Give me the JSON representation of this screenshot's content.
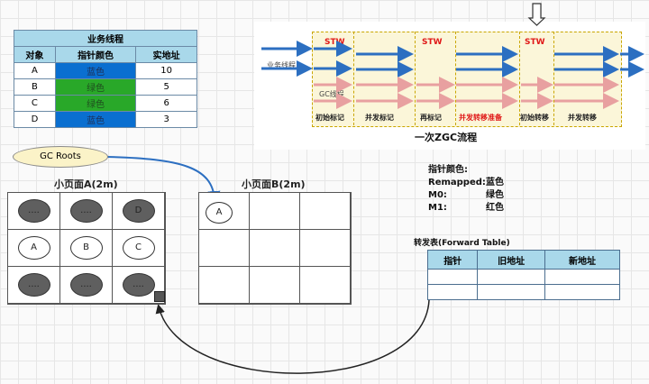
{
  "biz_table": {
    "title": "业务线程",
    "headers": [
      "对象",
      "指针颜色",
      "实地址"
    ],
    "rows": [
      {
        "obj": "A",
        "color": "蓝色",
        "addr": "10",
        "tone": "blue"
      },
      {
        "obj": "B",
        "color": "绿色",
        "addr": "5",
        "tone": "green"
      },
      {
        "obj": "C",
        "color": "绿色",
        "addr": "6",
        "tone": "green"
      },
      {
        "obj": "D",
        "color": "蓝色",
        "addr": "3",
        "tone": "blue"
      }
    ]
  },
  "zgc": {
    "title": "一次ZGC流程",
    "stw": [
      "STW",
      "STW",
      "STW"
    ],
    "phases": [
      "初始标记",
      "并发标记",
      "再标记",
      "并发转移准备",
      "初始转移",
      "并发转移"
    ],
    "business_thread": "业务线程",
    "gc_thread": "GC线程",
    "highlight_color": "#e01818"
  },
  "gc_roots": "GC Roots",
  "page_a": {
    "title": "小页面A(2m)",
    "cells": [
      {
        "style": "dark",
        "text": "...."
      },
      {
        "style": "dark",
        "text": "...."
      },
      {
        "style": "dark",
        "text": "D"
      },
      {
        "style": "light",
        "text": "A"
      },
      {
        "style": "light",
        "text": "B"
      },
      {
        "style": "light",
        "text": "C"
      },
      {
        "style": "dark",
        "text": "...."
      },
      {
        "style": "dark",
        "text": "...."
      },
      {
        "style": "dark",
        "text": "...."
      }
    ]
  },
  "page_b": {
    "title": "小页面B(2m)",
    "cells": [
      {
        "style": "light",
        "text": "A"
      },
      {
        "style": "",
        "text": ""
      },
      {
        "style": "",
        "text": ""
      },
      {
        "style": "",
        "text": ""
      },
      {
        "style": "",
        "text": ""
      },
      {
        "style": "",
        "text": ""
      },
      {
        "style": "",
        "text": ""
      },
      {
        "style": "",
        "text": ""
      },
      {
        "style": "",
        "text": ""
      }
    ]
  },
  "legend": {
    "title": "指针颜色:",
    "rows": [
      {
        "key": "Remapped:",
        "value": "蓝色"
      },
      {
        "key": "M0:",
        "value": "绿色"
      },
      {
        "key": "M1:",
        "value": "红色"
      }
    ]
  },
  "forward_table": {
    "title": "转发表(Forward Table)",
    "headers": [
      "指针",
      "旧地址",
      "新地址"
    ]
  }
}
